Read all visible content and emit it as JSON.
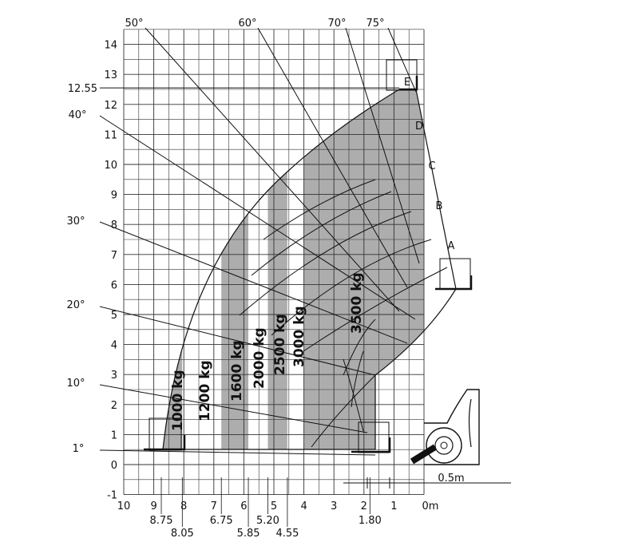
{
  "chart_data": {
    "type": "load-chart",
    "x_ticks": [
      "10",
      "9",
      "8",
      "7",
      "6",
      "5",
      "4",
      "3",
      "2",
      "1",
      "0m"
    ],
    "y_ticks": [
      "-1",
      "0",
      "1",
      "2",
      "3",
      "4",
      "5",
      "6",
      "7",
      "8",
      "9",
      "10",
      "11",
      "12",
      "13",
      "14"
    ],
    "x_range": [
      10,
      0
    ],
    "y_range": [
      -1,
      14.5
    ],
    "grid": true,
    "angle_labels": [
      "1°",
      "10°",
      "20°",
      "30°",
      "40°",
      "50°",
      "60°",
      "70°",
      "75°"
    ],
    "height_marks": [
      {
        "label": "12.55",
        "value": 12.55
      }
    ],
    "reach_marks": [
      {
        "label": "8.75",
        "value": 8.75
      },
      {
        "label": "8.05",
        "value": 8.05
      },
      {
        "label": "6.75",
        "value": 6.75
      },
      {
        "label": "5.85",
        "value": 5.85
      },
      {
        "label": "5.20",
        "value": 5.2
      },
      {
        "label": "4.55",
        "value": 4.55
      },
      {
        "label": "1.80",
        "value": 1.8
      }
    ],
    "extension_points": [
      "A",
      "B",
      "C",
      "D",
      "E"
    ],
    "load_zones": [
      {
        "label": "1000 kg",
        "x_from": 9.2,
        "x_to": 8.05
      },
      {
        "label": "1200 kg",
        "x_from": 8.05,
        "x_to": 6.75
      },
      {
        "label": "1600 kg",
        "x_from": 6.75,
        "x_to": 5.85
      },
      {
        "label": "2000 kg",
        "x_from": 5.85,
        "x_to": 5.2
      },
      {
        "label": "2500 kg",
        "x_from": 5.2,
        "x_to": 4.55
      },
      {
        "label": "3000 kg",
        "x_from": 4.55,
        "x_to": 4.0
      },
      {
        "label": "3500 kg",
        "x_from": 4.0,
        "x_to": 0.0
      }
    ],
    "dimension_label": "0.5m"
  }
}
